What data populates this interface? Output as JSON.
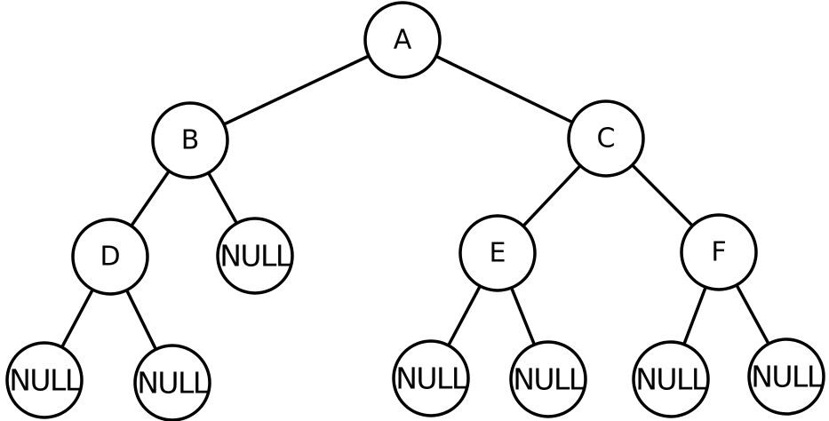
{
  "tree": {
    "nodes": [
      {
        "id": "A",
        "label": "A",
        "null": false
      },
      {
        "id": "B",
        "label": "B",
        "null": false
      },
      {
        "id": "C",
        "label": "C",
        "null": false
      },
      {
        "id": "D",
        "label": "D",
        "null": false
      },
      {
        "id": "B-right",
        "label": "NULL",
        "null": true
      },
      {
        "id": "E",
        "label": "E",
        "null": false
      },
      {
        "id": "F",
        "label": "F",
        "null": false
      },
      {
        "id": "D-left",
        "label": "NULL",
        "null": true
      },
      {
        "id": "D-right",
        "label": "NULL",
        "null": true
      },
      {
        "id": "E-left",
        "label": "NULL",
        "null": true
      },
      {
        "id": "E-right",
        "label": "NULL",
        "null": true
      },
      {
        "id": "F-left",
        "label": "NULL",
        "null": true
      },
      {
        "id": "F-right",
        "label": "NULL",
        "null": true
      }
    ],
    "edges": [
      {
        "from": "A",
        "to": "B"
      },
      {
        "from": "A",
        "to": "C"
      },
      {
        "from": "B",
        "to": "D"
      },
      {
        "from": "B",
        "to": "B-right"
      },
      {
        "from": "C",
        "to": "E"
      },
      {
        "from": "C",
        "to": "F"
      },
      {
        "from": "D",
        "to": "D-left"
      },
      {
        "from": "D",
        "to": "D-right"
      },
      {
        "from": "E",
        "to": "E-left"
      },
      {
        "from": "E",
        "to": "E-right"
      },
      {
        "from": "F",
        "to": "F-left"
      },
      {
        "from": "F",
        "to": "F-right"
      }
    ]
  }
}
